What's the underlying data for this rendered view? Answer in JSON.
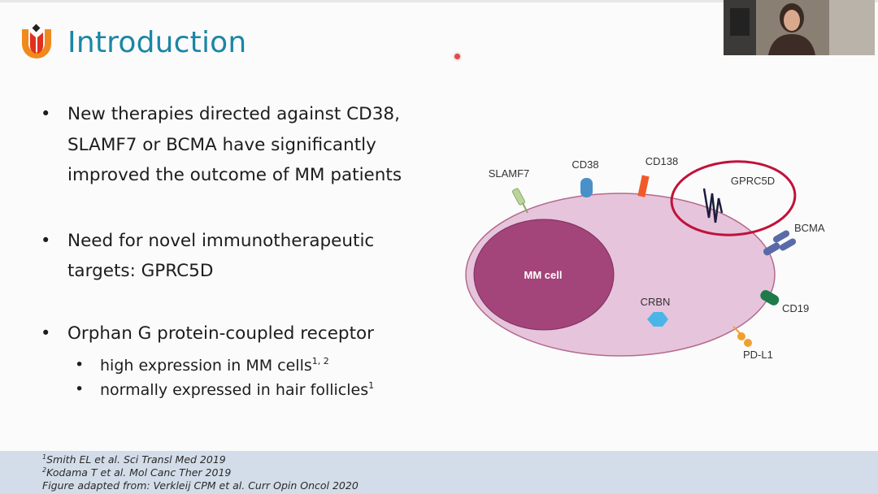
{
  "slide": {
    "title": "Introduction",
    "bullets": [
      {
        "lines": [
          "New therapies directed against CD38,",
          "SLAMF7 or BCMA have significantly",
          "improved the outcome of MM patients"
        ]
      },
      {
        "lines": [
          "Need for novel immunotherapeutic",
          "targets: GPRC5D"
        ]
      },
      {
        "lines": [
          "Orphan G protein-coupled receptor"
        ],
        "subbullets": [
          {
            "text": "high expression in MM cells",
            "sup": "1, 2"
          },
          {
            "text": "normally expressed in hair follicles",
            "sup": "1"
          }
        ]
      }
    ]
  },
  "diagram": {
    "nucleus_label": "MM cell",
    "receptors": [
      "SLAMF7",
      "CD38",
      "CD138",
      "GPRC5D",
      "BCMA",
      "CD19",
      "PD-L1"
    ],
    "intracellular": "CRBN",
    "colors": {
      "cell": "#e6c4dc",
      "nucleus": "#a3447a",
      "highlight": "#c0123a"
    }
  },
  "footer": {
    "references": [
      {
        "sup": "1",
        "text": "Smith EL et al. Sci Transl Med 2019"
      },
      {
        "sup": "2",
        "text": "Kodama T et al. Mol Canc Ther 2019"
      },
      {
        "sup": "",
        "text": "Figure adapted from: Verkleij CPM et al. Curr Opin Oncol 2020"
      }
    ]
  },
  "webcam": {
    "icon": "presenter-video-feed"
  }
}
